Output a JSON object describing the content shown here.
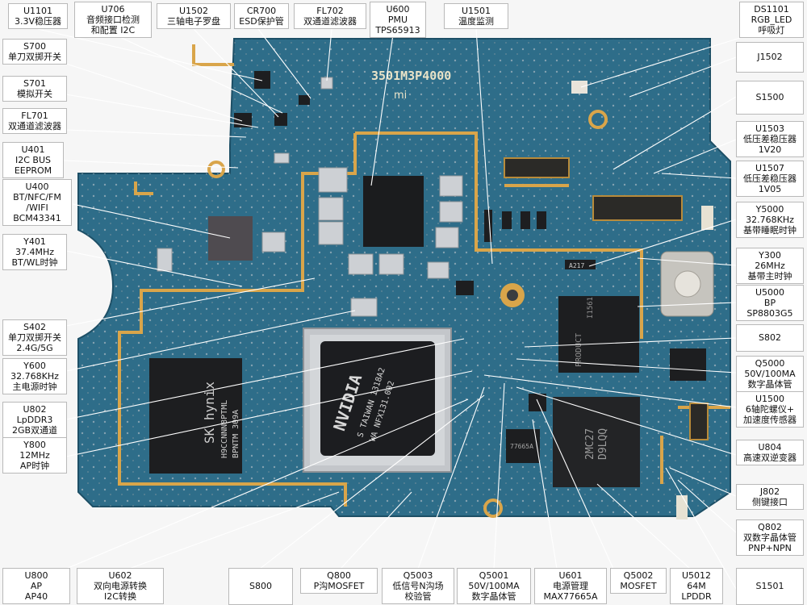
{
  "board": {
    "marking": "3501M3P4000",
    "logo": "mi",
    "colors": {
      "pcb": "#2f6f8c",
      "pcb_dark": "#245b74",
      "gold": "#d8a347",
      "chip": "#1c1c1e",
      "shield": "#bfc3c7"
    },
    "chips": [
      {
        "name": "soc-chip",
        "lines": [
          "NVIDIA",
          "S TAIWAN 1318A2",
          "WA NFX131.002"
        ]
      },
      {
        "name": "ram-chip",
        "lines": [
          "SK hynix",
          "H9CCNNN8PTML",
          "BPNTM 309A"
        ]
      },
      {
        "name": "baseband-chip",
        "lines": [
          "PRODUCT",
          "I1561"
        ]
      },
      {
        "name": "lpddr-chip",
        "lines": [
          "2MC27",
          "D9LQQ"
        ]
      },
      {
        "name": "pmic-chip",
        "lines": [
          "77665A"
        ]
      },
      {
        "name": "crystal-chip",
        "lines": [
          "A217"
        ]
      }
    ]
  },
  "labels": [
    {
      "id": "u1101",
      "lines": [
        "U1101",
        "3.3V稳压器"
      ]
    },
    {
      "id": "u706",
      "lines": [
        "U706",
        "音频接口检测",
        "和配置 I2C"
      ]
    },
    {
      "id": "u1502",
      "lines": [
        "U1502",
        "三轴电子罗盘"
      ]
    },
    {
      "id": "cr700",
      "lines": [
        "CR700",
        "ESD保护管"
      ]
    },
    {
      "id": "fl702",
      "lines": [
        "FL702",
        "双通道滤波器"
      ]
    },
    {
      "id": "u600",
      "lines": [
        "U600",
        "PMU",
        "TPS65913"
      ]
    },
    {
      "id": "u1501",
      "lines": [
        "U1501",
        "温度监测"
      ]
    },
    {
      "id": "ds1101",
      "lines": [
        "DS1101",
        "RGB_LED",
        "呼吸灯"
      ]
    },
    {
      "id": "s700",
      "lines": [
        "S700",
        "单刀双掷开关"
      ]
    },
    {
      "id": "j1502",
      "lines": [
        "J1502"
      ]
    },
    {
      "id": "s701",
      "lines": [
        "S701",
        "模拟开关"
      ]
    },
    {
      "id": "s1500",
      "lines": [
        "S1500"
      ]
    },
    {
      "id": "fl701",
      "lines": [
        "FL701",
        "双通道滤波器"
      ]
    },
    {
      "id": "u1503",
      "lines": [
        "U1503",
        "低压差稳压器",
        "1V20"
      ]
    },
    {
      "id": "u401",
      "lines": [
        "U401",
        "I2C BUS",
        "EEPROM"
      ]
    },
    {
      "id": "u1507",
      "lines": [
        "U1507",
        "低压差稳压器",
        "1V05"
      ]
    },
    {
      "id": "u400",
      "lines": [
        "U400",
        "BT/NFC/FM",
        "/WIFI",
        "BCM43341"
      ]
    },
    {
      "id": "y5000",
      "lines": [
        "Y5000",
        "32.768KHz",
        "基带睡眠时钟"
      ]
    },
    {
      "id": "y401",
      "lines": [
        "Y401",
        "37.4MHz",
        "BT/WL时钟"
      ]
    },
    {
      "id": "y300",
      "lines": [
        "Y300",
        "26MHz",
        "基带主时钟"
      ]
    },
    {
      "id": "u5000",
      "lines": [
        "U5000",
        "BP",
        "SP8803G5"
      ]
    },
    {
      "id": "s402",
      "lines": [
        "S402",
        "单刀双掷开关",
        "2.4G/5G"
      ]
    },
    {
      "id": "s802",
      "lines": [
        "S802"
      ]
    },
    {
      "id": "y600",
      "lines": [
        "Y600",
        "32.768KHz",
        "主电源时钟"
      ]
    },
    {
      "id": "q5000",
      "lines": [
        "Q5000",
        "50V/100MA",
        "数字晶体管"
      ]
    },
    {
      "id": "u802",
      "lines": [
        "U802",
        "LpDDR3",
        "2GB双通道"
      ]
    },
    {
      "id": "u1500",
      "lines": [
        "U1500",
        "6轴陀螺仪+",
        "加速度传感器"
      ]
    },
    {
      "id": "y800",
      "lines": [
        "Y800",
        "12MHz",
        "AP时钟"
      ]
    },
    {
      "id": "u804",
      "lines": [
        "U804",
        "高速双逆变器"
      ]
    },
    {
      "id": "j802",
      "lines": [
        "J802",
        "侧键接口"
      ]
    },
    {
      "id": "q802",
      "lines": [
        "Q802",
        "双数字晶体管",
        "PNP+NPN"
      ]
    },
    {
      "id": "u800",
      "lines": [
        "U800",
        "AP",
        "AP40"
      ]
    },
    {
      "id": "u602",
      "lines": [
        "U602",
        "双向电源转换",
        "I2C转换"
      ]
    },
    {
      "id": "s800",
      "lines": [
        "S800"
      ]
    },
    {
      "id": "q800",
      "lines": [
        "Q800",
        "P沟MOSFET"
      ]
    },
    {
      "id": "q5003",
      "lines": [
        "Q5003",
        "低信号N沟场",
        "校验管"
      ]
    },
    {
      "id": "q5001",
      "lines": [
        "Q5001",
        "50V/100MA",
        "数字晶体管"
      ]
    },
    {
      "id": "u601",
      "lines": [
        "U601",
        "电源管理",
        "MAX77665A"
      ]
    },
    {
      "id": "q5002",
      "lines": [
        "Q5002",
        "MOSFET"
      ]
    },
    {
      "id": "u5012",
      "lines": [
        "U5012",
        "64M",
        "LPDDR"
      ]
    },
    {
      "id": "s1501",
      "lines": [
        "S1501"
      ]
    }
  ]
}
